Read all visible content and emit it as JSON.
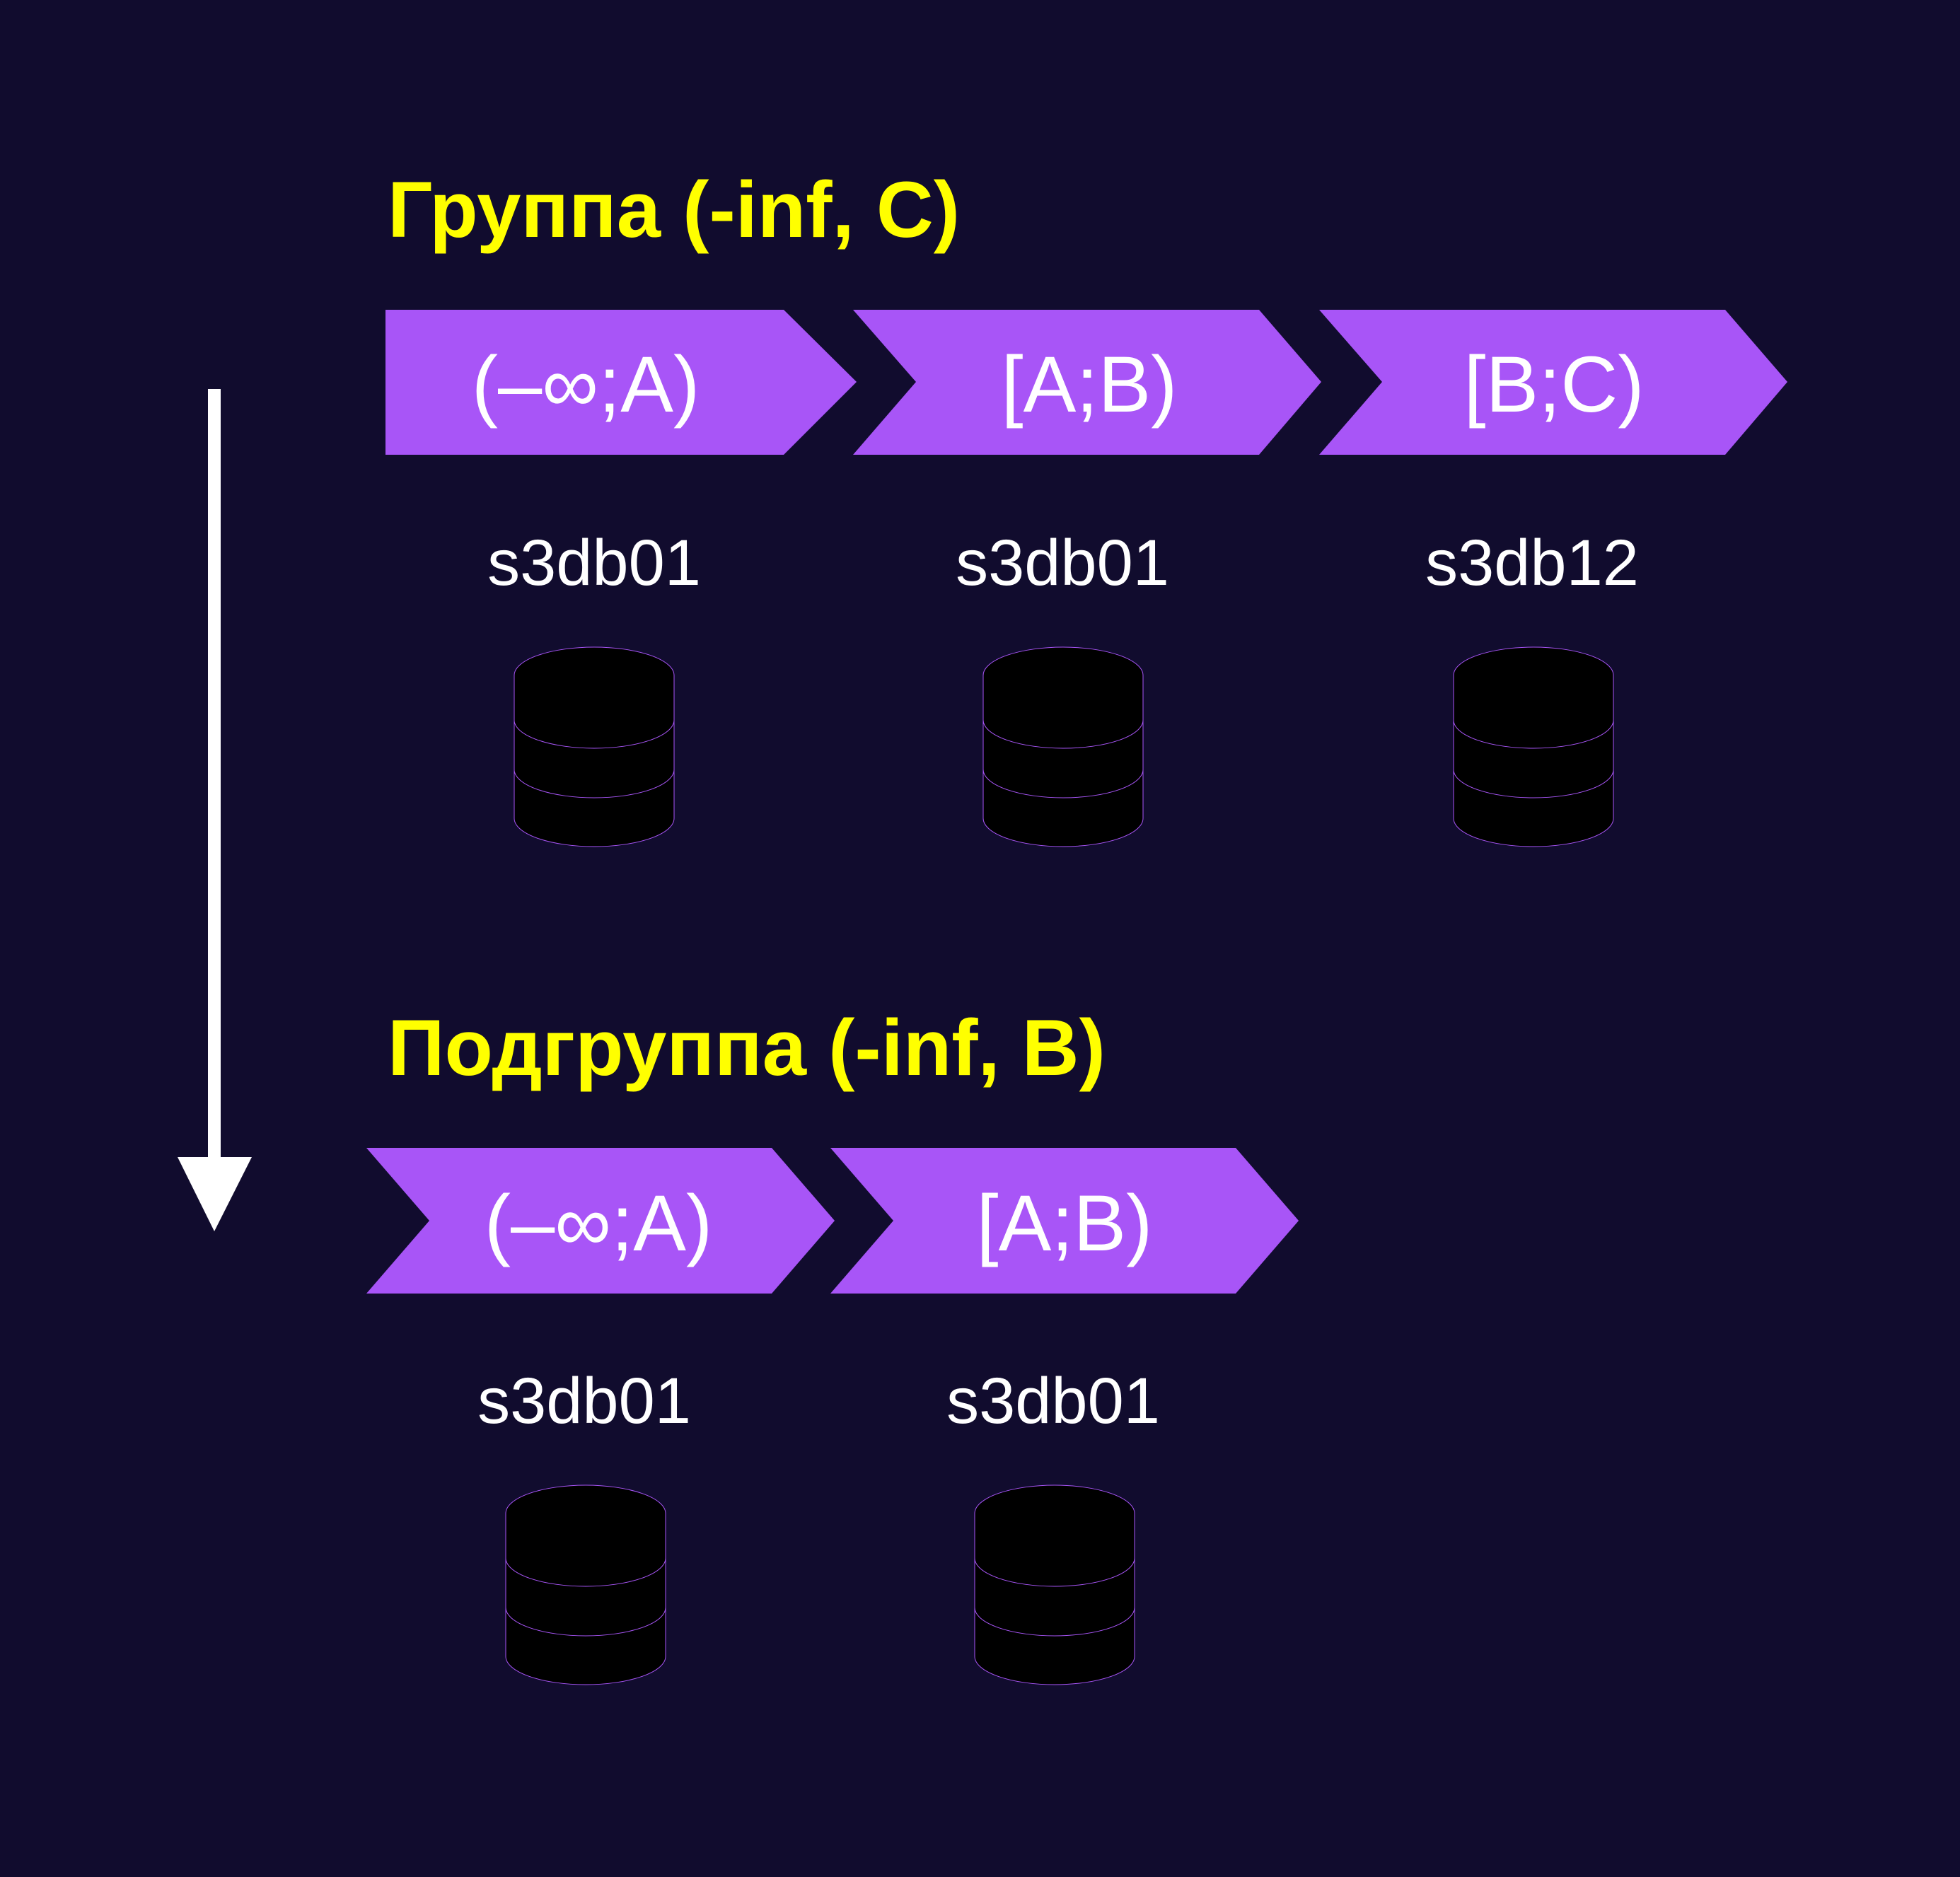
{
  "colors": {
    "background": "#110c2e",
    "title": "#ffff00",
    "segment": "#a855f7",
    "segment_text": "#ffffff",
    "server_text": "#ffffff",
    "db_icon": "#a855f7",
    "arrow": "#ffffff"
  },
  "group": {
    "title": "Группа (-inf, C)",
    "segments": [
      {
        "range": "(–∞;A)",
        "server": "s3db01",
        "icon": "database-icon"
      },
      {
        "range": "[A;B)",
        "server": "s3db01",
        "icon": "database-icon"
      },
      {
        "range": "[B;C)",
        "server": "s3db12",
        "icon": "database-icon"
      }
    ]
  },
  "subgroup": {
    "title": "Подгруппа (-inf, B)",
    "segments": [
      {
        "range": "(–∞;A)",
        "server": "s3db01",
        "icon": "database-icon"
      },
      {
        "range": "[A;B)",
        "server": "s3db01",
        "icon": "database-icon"
      }
    ]
  },
  "flow_arrow": {
    "icon": "arrow-down-icon"
  }
}
